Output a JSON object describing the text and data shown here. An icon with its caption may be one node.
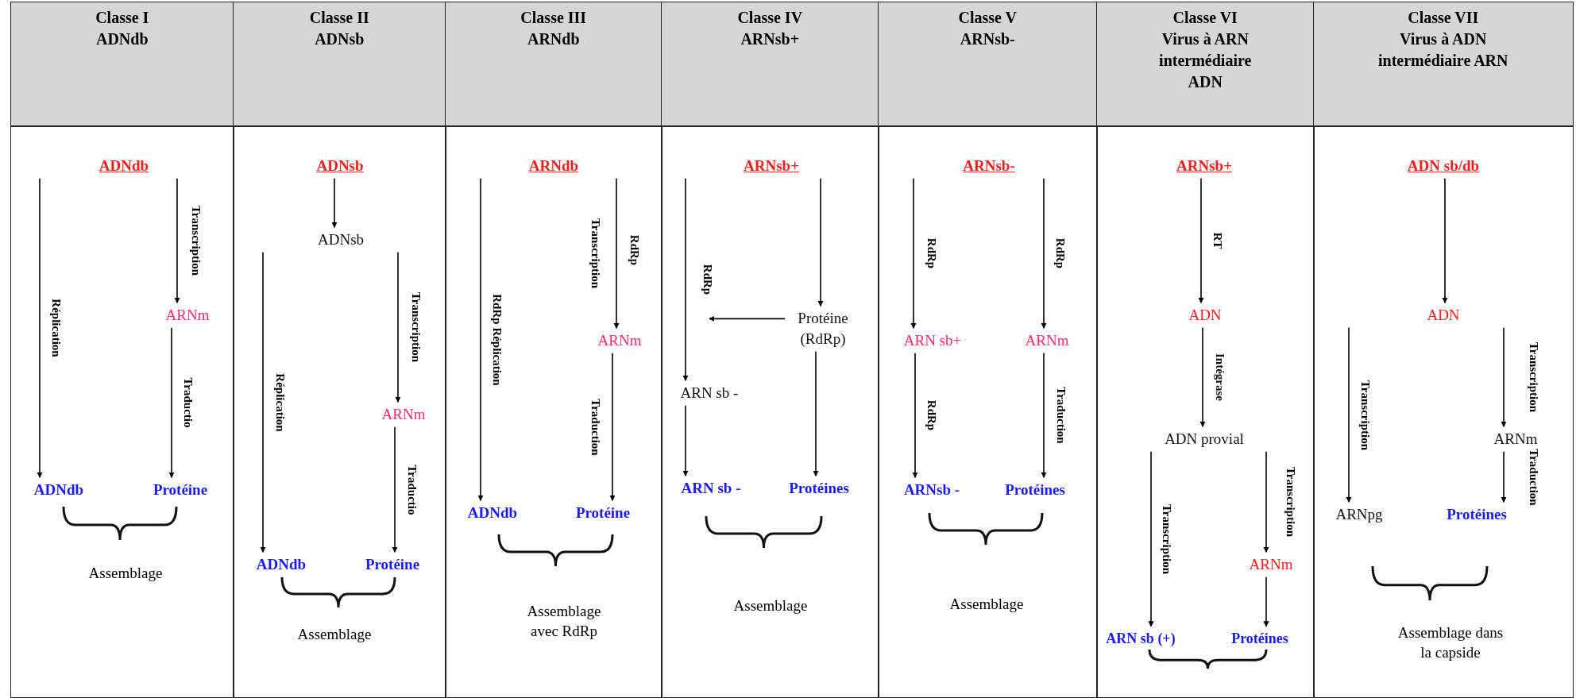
{
  "diagram": {
    "nodes": [
      {
        "text": [
          "Classe I",
          "ADNdb"
        ]
      },
      {
        "text": [
          "Classe II",
          "ADNsb"
        ]
      },
      {
        "text": [
          "Classe III",
          "ARNdb"
        ]
      },
      {
        "text": [
          "Classe IV",
          "ARNsb+"
        ]
      },
      {
        "text": [
          "Classe V",
          "ARNsb-"
        ]
      },
      {
        "text": [
          "Classe VI",
          "Virus à ARN intermédiaire ADN"
        ]
      },
      {
        "text": [
          "Classe VII",
          "Virus à ADN intermédiaire ARN"
        ]
      },
      {
        "text": [],
        "shape": "box"
      },
      {
        "text": [],
        "shape": "box"
      },
      {
        "text": [],
        "shape": "box"
      },
      {
        "text": [],
        "shape": "box"
      },
      {
        "text": [],
        "shape": "box"
      },
      {
        "text": [],
        "shape": "box"
      },
      {
        "text": [],
        "shape": "box"
      },
      {
        "text": [
          "ADNdb"
        ],
        "in": 7
      },
      {
        "text": [
          "ARNm"
        ],
        "in": 7
      },
      {
        "text": [
          "ADNdb"
        ],
        "in": 7
      },
      {
        "text": [
          "Protéine"
        ],
        "in": 7
      },
      {
        "text": [
          "ADNsb"
        ],
        "in": 8
      },
      {
        "text": [
          "ADNsb"
        ],
        "in": 8
      },
      {
        "text": [
          "ARNm"
        ],
        "in": 8
      },
      {
        "text": [
          "ADNdb"
        ],
        "in": 8
      },
      {
        "text": [
          "Protéine"
        ],
        "in": 8
      },
      {
        "text": [
          "ARNdb"
        ],
        "in": 9
      },
      {
        "text": [
          "ARNm"
        ],
        "in": 9
      },
      {
        "text": [
          "ADNdb"
        ],
        "in": 9
      },
      {
        "text": [
          "Protéine"
        ],
        "in": 9
      },
      {
        "text": [
          "ARNsb+"
        ],
        "in": 10
      },
      {
        "text": [
          "Protéine (RdRp)"
        ],
        "in": 10
      },
      {
        "text": [
          "ARN sb -"
        ],
        "in": 10
      },
      {
        "text": [
          "ARN sb -"
        ],
        "in": 10
      },
      {
        "text": [
          "Protéines"
        ],
        "in": 10
      },
      {
        "text": [
          "ARNsb-"
        ],
        "in": 11
      },
      {
        "text": [
          "ARN sb+"
        ],
        "in": 11
      },
      {
        "text": [
          "ARNm"
        ],
        "in": 11
      },
      {
        "text": [
          "ARNsb -"
        ],
        "in": 11
      },
      {
        "text": [
          "Protéines"
        ],
        "in": 11
      },
      {
        "text": [
          "ARNsb+"
        ],
        "in": 12
      },
      {
        "text": [
          "ADN"
        ],
        "in": 12
      },
      {
        "text": [
          "ADN provial"
        ],
        "in": 12
      },
      {
        "text": [
          "ARNm"
        ],
        "in": 12
      },
      {
        "text": [
          "ARN sb (+)"
        ],
        "in": 12
      },
      {
        "text": [
          "Protéines"
        ],
        "in": 12
      },
      {
        "text": [
          "ADN sb/db"
        ],
        "in": 13
      },
      {
        "text": [
          "ADN"
        ],
        "in": 13
      },
      {
        "text": [
          "ARNm"
        ],
        "in": 13
      },
      {
        "text": [
          "ARNpg"
        ],
        "in": 13
      },
      {
        "text": [
          "Protéines"
        ],
        "in": 13
      }
    ],
    "edges": [
      {
        "from": 14,
        "to": 16,
        "arrow": "to",
        "label": "Réplication"
      },
      {
        "from": 14,
        "to": 15,
        "arrow": "to",
        "label": "Transcription"
      },
      {
        "from": 15,
        "to": 17,
        "arrow": "to",
        "label": "Traductio"
      },
      {
        "from": 18,
        "to": 19,
        "arrow": "to"
      },
      {
        "from": 19,
        "to": 21,
        "arrow": "to",
        "label": "Réplication"
      },
      {
        "from": 19,
        "to": 20,
        "arrow": "to",
        "label": "Transcription"
      },
      {
        "from": 20,
        "to": 22,
        "arrow": "to",
        "label": "Traductio"
      },
      {
        "from": 23,
        "to": 25,
        "arrow": "to",
        "label": "RdRp Réplication"
      },
      {
        "from": 23,
        "to": 24,
        "arrow": "to",
        "label": "Transcription"
      },
      {
        "from": 24,
        "to": 26,
        "arrow": "to",
        "label": "Traduction"
      },
      {
        "from": 27,
        "to": 29,
        "arrow": "to",
        "label": "RdRp"
      },
      {
        "from": 27,
        "to": 28,
        "arrow": "to"
      },
      {
        "from": 28,
        "to": null,
        "arrow": "to"
      },
      {
        "from": 29,
        "to": 30,
        "arrow": "to"
      },
      {
        "from": 28,
        "to": 31,
        "arrow": "to"
      },
      {
        "from": 32,
        "to": 33,
        "arrow": "to",
        "label": "RdRp"
      },
      {
        "from": 32,
        "to": 34,
        "arrow": "to",
        "label": "RdRp"
      },
      {
        "from": 33,
        "to": 35,
        "arrow": "to",
        "label": "RdRp"
      },
      {
        "from": 34,
        "to": 36,
        "arrow": "to",
        "label": "Traduction"
      },
      {
        "from": 37,
        "to": 38,
        "arrow": "to",
        "label": "RT"
      },
      {
        "from": 38,
        "to": 39,
        "arrow": "to",
        "label": "Intégrase"
      },
      {
        "from": 39,
        "to": 41,
        "arrow": "to",
        "label": "Transcription"
      },
      {
        "from": 39,
        "to": 40,
        "arrow": "to",
        "label": "Transcription"
      },
      {
        "from": 40,
        "to": 42,
        "arrow": "to"
      },
      {
        "from": 43,
        "to": 44,
        "arrow": "to"
      },
      {
        "from": 44,
        "to": 46,
        "arrow": "to",
        "label": "Transcription"
      },
      {
        "from": 44,
        "to": 45,
        "arrow": "to",
        "label": "Transcription"
      },
      {
        "from": 45,
        "to": 47,
        "arrow": "to",
        "label": "Traduction"
      }
    ],
    "labels": [
      "Assemblage",
      "Assemblage",
      "RdRp",
      "Assemblage avec RdRp",
      "Assemblage",
      "Assemblage",
      "Assemblage dans la capside"
    ]
  }
}
